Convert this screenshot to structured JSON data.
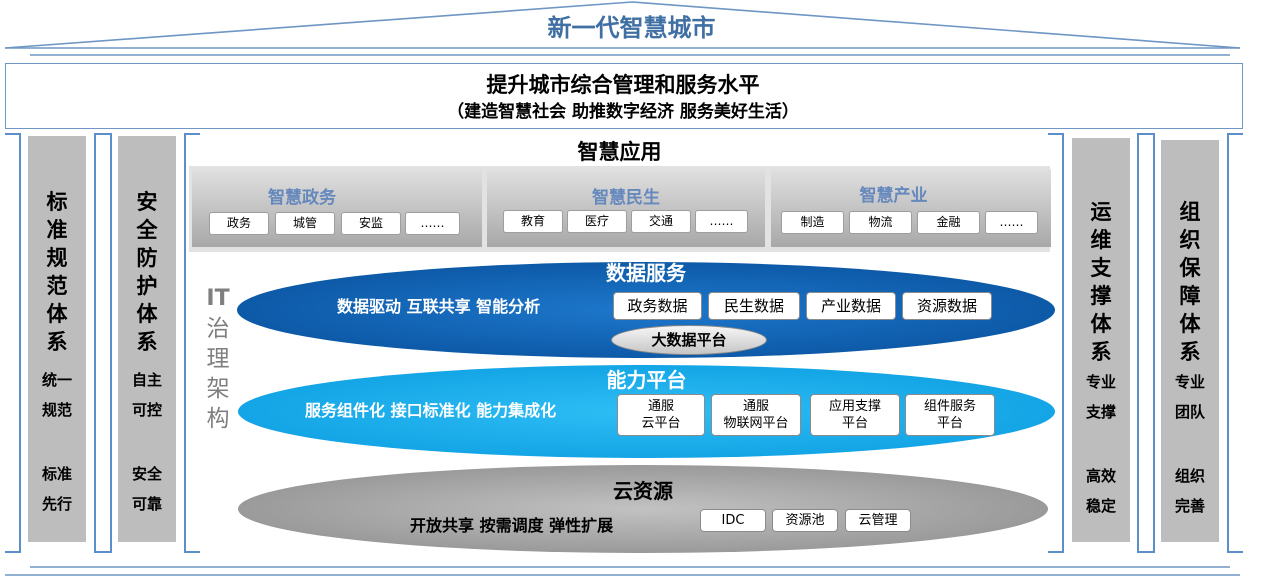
{
  "roof_title": "新一代智慧城市",
  "banner": {
    "title": "提升城市综合管理和服务水平",
    "subtitle": "（建造智慧社会  助推数字经济  服务美好生活）"
  },
  "pillars": {
    "p1": {
      "title": "标准规范体系",
      "notes": [
        "统一",
        "规范",
        "标准",
        "先行"
      ]
    },
    "p2": {
      "title": "安全防护体系",
      "notes": [
        "自主",
        "可控",
        "安全",
        "可靠"
      ]
    },
    "p3": {
      "title": "运维支撑体系",
      "notes": [
        "专业",
        "支撑",
        "高效",
        "稳定"
      ]
    },
    "p4": {
      "title": "组织保障体系",
      "notes": [
        "专业",
        "团队",
        "组织",
        "完善"
      ]
    }
  },
  "it_label": {
    "prefix": "IT",
    "chars": [
      "治",
      "理",
      "架",
      "构"
    ]
  },
  "apps": {
    "title": "智慧应用",
    "panels": [
      {
        "title": "智慧政务",
        "tags": [
          "政务",
          "城管",
          "安监",
          "……"
        ]
      },
      {
        "title": "智慧民生",
        "tags": [
          "教育",
          "医疗",
          "交通",
          "……"
        ]
      },
      {
        "title": "智慧产业",
        "tags": [
          "制造",
          "物流",
          "金融",
          "……"
        ]
      }
    ]
  },
  "data_service": {
    "title": "数据服务",
    "slogan": "数据驱动  互联共享  智能分析",
    "tags": [
      "政务数据",
      "民生数据",
      "产业数据",
      "资源数据"
    ],
    "platform": "大数据平台"
  },
  "capability": {
    "title": "能力平台",
    "slogan": "服务组件化  接口标准化  能力集成化",
    "tags": [
      {
        "line1": "通服",
        "line2": "云平台"
      },
      {
        "line1": "通服",
        "line2": "物联网平台"
      },
      {
        "line1": "应用支撑",
        "line2": "平台"
      },
      {
        "line1": "组件服务",
        "line2": "平台"
      }
    ]
  },
  "cloud": {
    "title": "云资源",
    "slogan": "开放共享  按需调度  弹性扩展",
    "tags": [
      "IDC",
      "资源池",
      "云管理"
    ]
  },
  "colors": {
    "accent_blue": "#5b8fc9",
    "data_layer": "#1160b4",
    "capability_layer": "#15a6e6",
    "cloud_layer": "#9a9a9a",
    "pillar_gray": "#bdbdbd"
  }
}
